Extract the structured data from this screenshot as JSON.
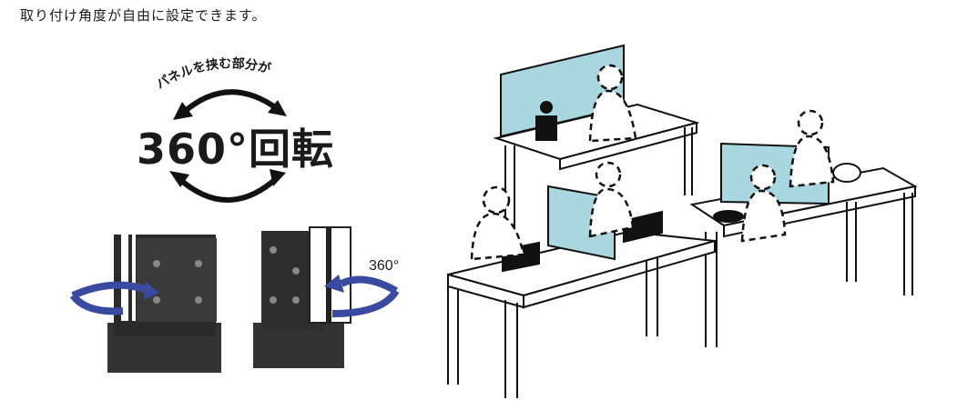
{
  "caption": "取り付け角度が自由に設定できます。",
  "curved_label": "パネルを挟む部分が",
  "rotation_label": "360°回転",
  "angle_label": "360°",
  "colors": {
    "panel": "#a9d6df",
    "dark": "#222222",
    "arrow": "#3a4aa0",
    "black": "#111111"
  },
  "icons": [
    "rotate-arrows-icon",
    "bracket-image-left",
    "bracket-image-right",
    "office-desks-illustration"
  ]
}
